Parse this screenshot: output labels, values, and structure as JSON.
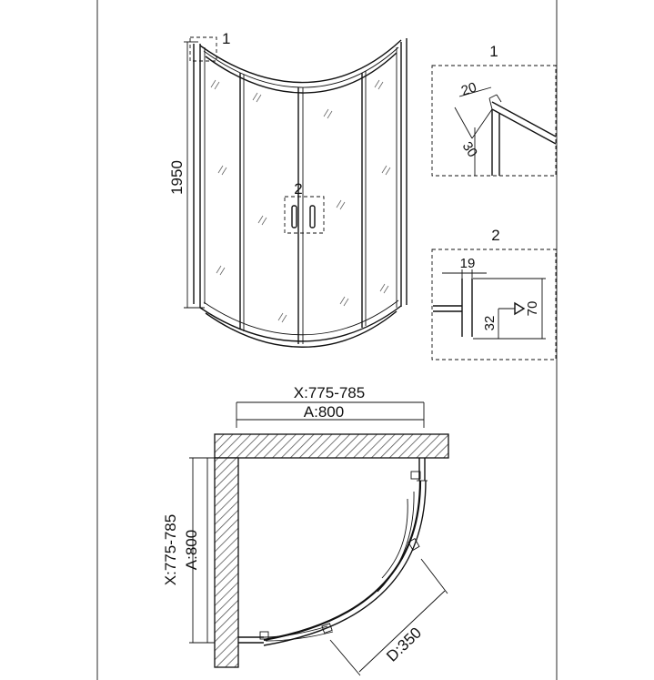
{
  "front_view": {
    "height_label": "1950",
    "callout_1": "1",
    "callout_2": "2"
  },
  "detail_1": {
    "title": "1",
    "dim_a": "20",
    "dim_b": "30"
  },
  "detail_2": {
    "title": "2",
    "dim_width": "19",
    "dim_height": "70",
    "dim_small": "32"
  },
  "plan_view": {
    "x_range_top": "X:775-785",
    "a_top": "A:800",
    "x_range_side": "X:775-785",
    "a_side": "A:800",
    "door_label": "D:350"
  }
}
